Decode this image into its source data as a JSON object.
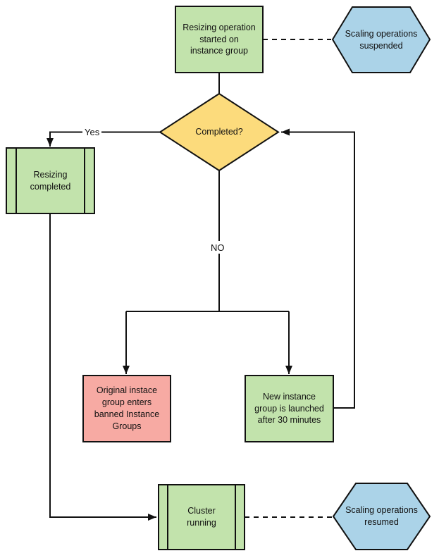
{
  "diagram": {
    "nodes": {
      "resizing_started": {
        "label": "Resizing operation\nstarted on\ninstance group",
        "shape": "process"
      },
      "scaling_suspended": {
        "label": "Scaling operations\nsuspended",
        "shape": "hexagon"
      },
      "completed": {
        "label": "Completed?",
        "shape": "decision"
      },
      "resizing_completed": {
        "label": "Resizing\ncompleted",
        "shape": "predefined-process"
      },
      "original_banned": {
        "label": "Original instace\ngroup enters\nbanned Instance\nGroups",
        "shape": "process"
      },
      "new_instance": {
        "label": "New instance\ngroup is launched\nafter 30 minutes",
        "shape": "process"
      },
      "cluster_running": {
        "label": "Cluster\nrunning",
        "shape": "predefined-process"
      },
      "scaling_resumed": {
        "label": "Scaling operations\nresumed",
        "shape": "hexagon"
      }
    },
    "edge_labels": {
      "yes": "Yes",
      "no": "NO"
    },
    "colors": {
      "green": "#c2e3ac",
      "yellow": "#fcdb7c",
      "red": "#f7aaa3",
      "blue": "#abd3e8",
      "line": "#111111"
    }
  }
}
